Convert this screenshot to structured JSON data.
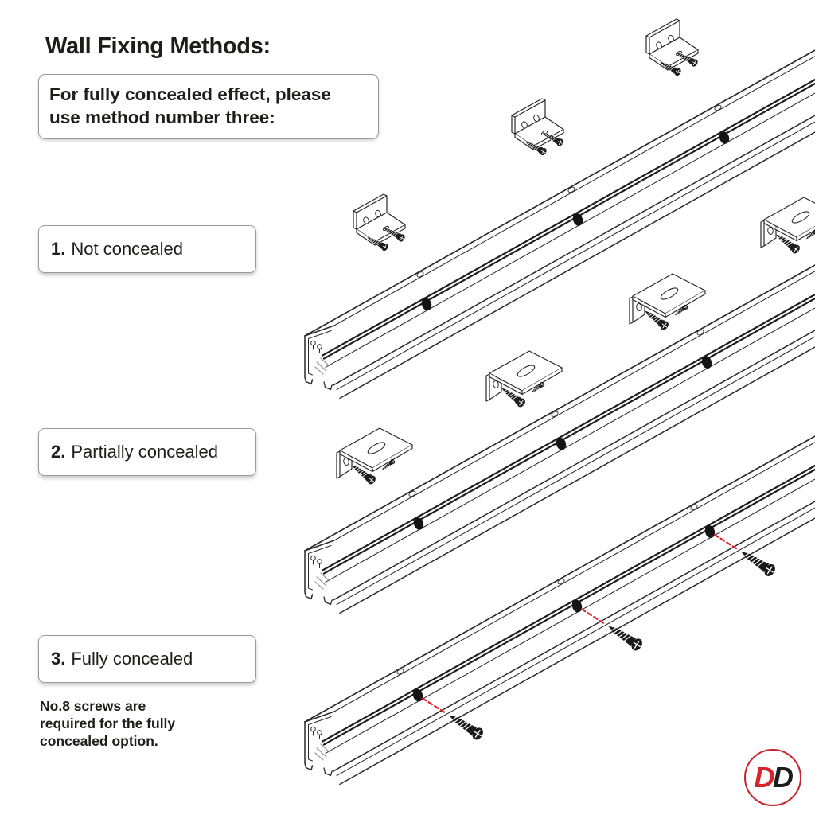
{
  "page": {
    "title": "Wall Fixing Methods:",
    "info_box": {
      "line1": "For fully concealed effect, please",
      "line2": "use method number three:"
    },
    "methods": [
      {
        "number": "1.",
        "label": "Not concealed"
      },
      {
        "number": "2.",
        "label": "Partially concealed"
      },
      {
        "number": "3.",
        "label": "Fully concealed"
      }
    ],
    "note": {
      "line1": "No.8 screws are",
      "line2": "required for the fully",
      "line3": "concealed option."
    },
    "logo": {
      "letter1": "D",
      "letter2": "D"
    },
    "colors": {
      "text": "#1d1d1b",
      "line_art": "#2a2a2a",
      "accent_red": "#d7232a",
      "border_gray": "#9b9b9b"
    }
  }
}
